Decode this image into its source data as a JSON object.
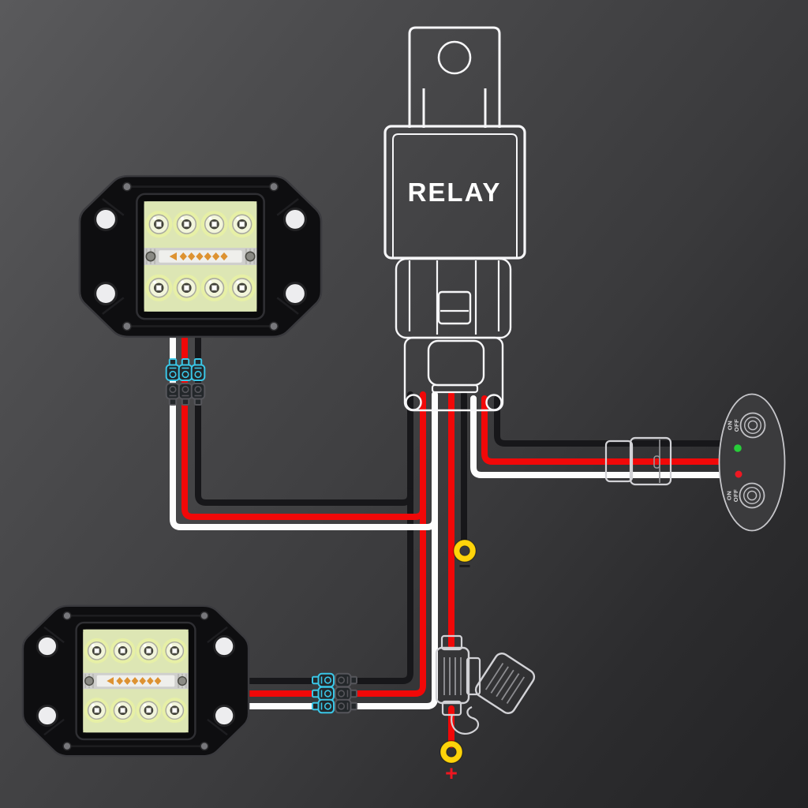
{
  "diagram": {
    "relay": {
      "label": "RELAY"
    },
    "switch_panel": {
      "on_label": "ON",
      "off_label": "OFF",
      "indicator_top_color": "#27cd39",
      "indicator_bottom_color": "#ee1822"
    },
    "battery_terminals": {
      "positive_label": "+",
      "negative_label": "−"
    },
    "wires": {
      "red": "#f10808",
      "white": "#fdfdfd",
      "black": "#17171a"
    },
    "colors": {
      "background_top_left": "#5a5a5c",
      "background_bottom_right": "#232325",
      "connector_cyan": "#3ac6e6",
      "ring_terminal_yellow": "#ffd40a",
      "component_outline_white": "#f6f6f8",
      "component_outline_gray": "#d2d2d6",
      "turn_signal_amber": "#dd9231",
      "led_pod_lens": "#e7f0a6"
    },
    "icons": [
      "relay-icon",
      "relay-socket-icon",
      "led-pod-icon",
      "bullet-connector-icon",
      "inline-fuse-holder-icon",
      "fuse-cap-icon",
      "ring-terminal-icon",
      "oval-rocker-switch-icon"
    ]
  }
}
